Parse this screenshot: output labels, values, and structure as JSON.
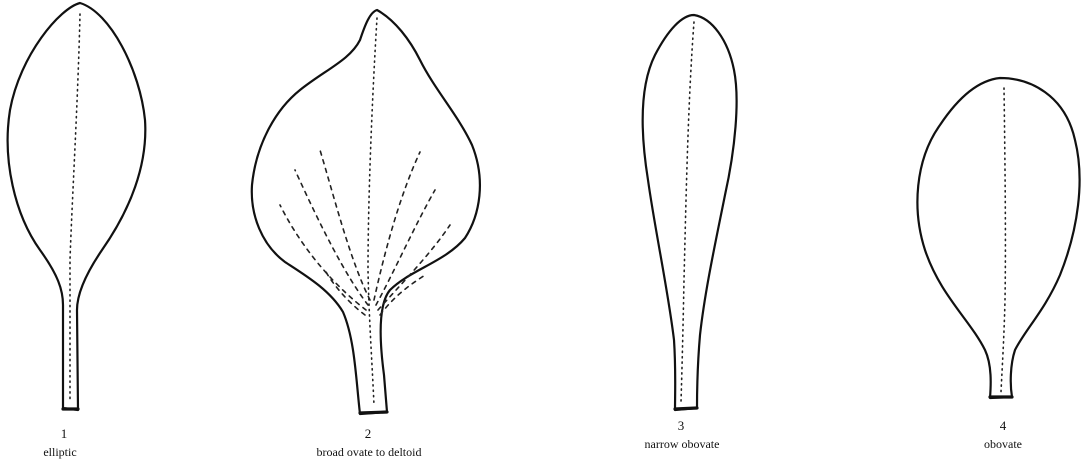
{
  "leaves": [
    {
      "number": "1",
      "name": "elliptic"
    },
    {
      "number": "2",
      "name": "broad ovate to deltoid"
    },
    {
      "number": "3",
      "name": "narrow obovate"
    },
    {
      "number": "4",
      "name": "obovate"
    }
  ]
}
